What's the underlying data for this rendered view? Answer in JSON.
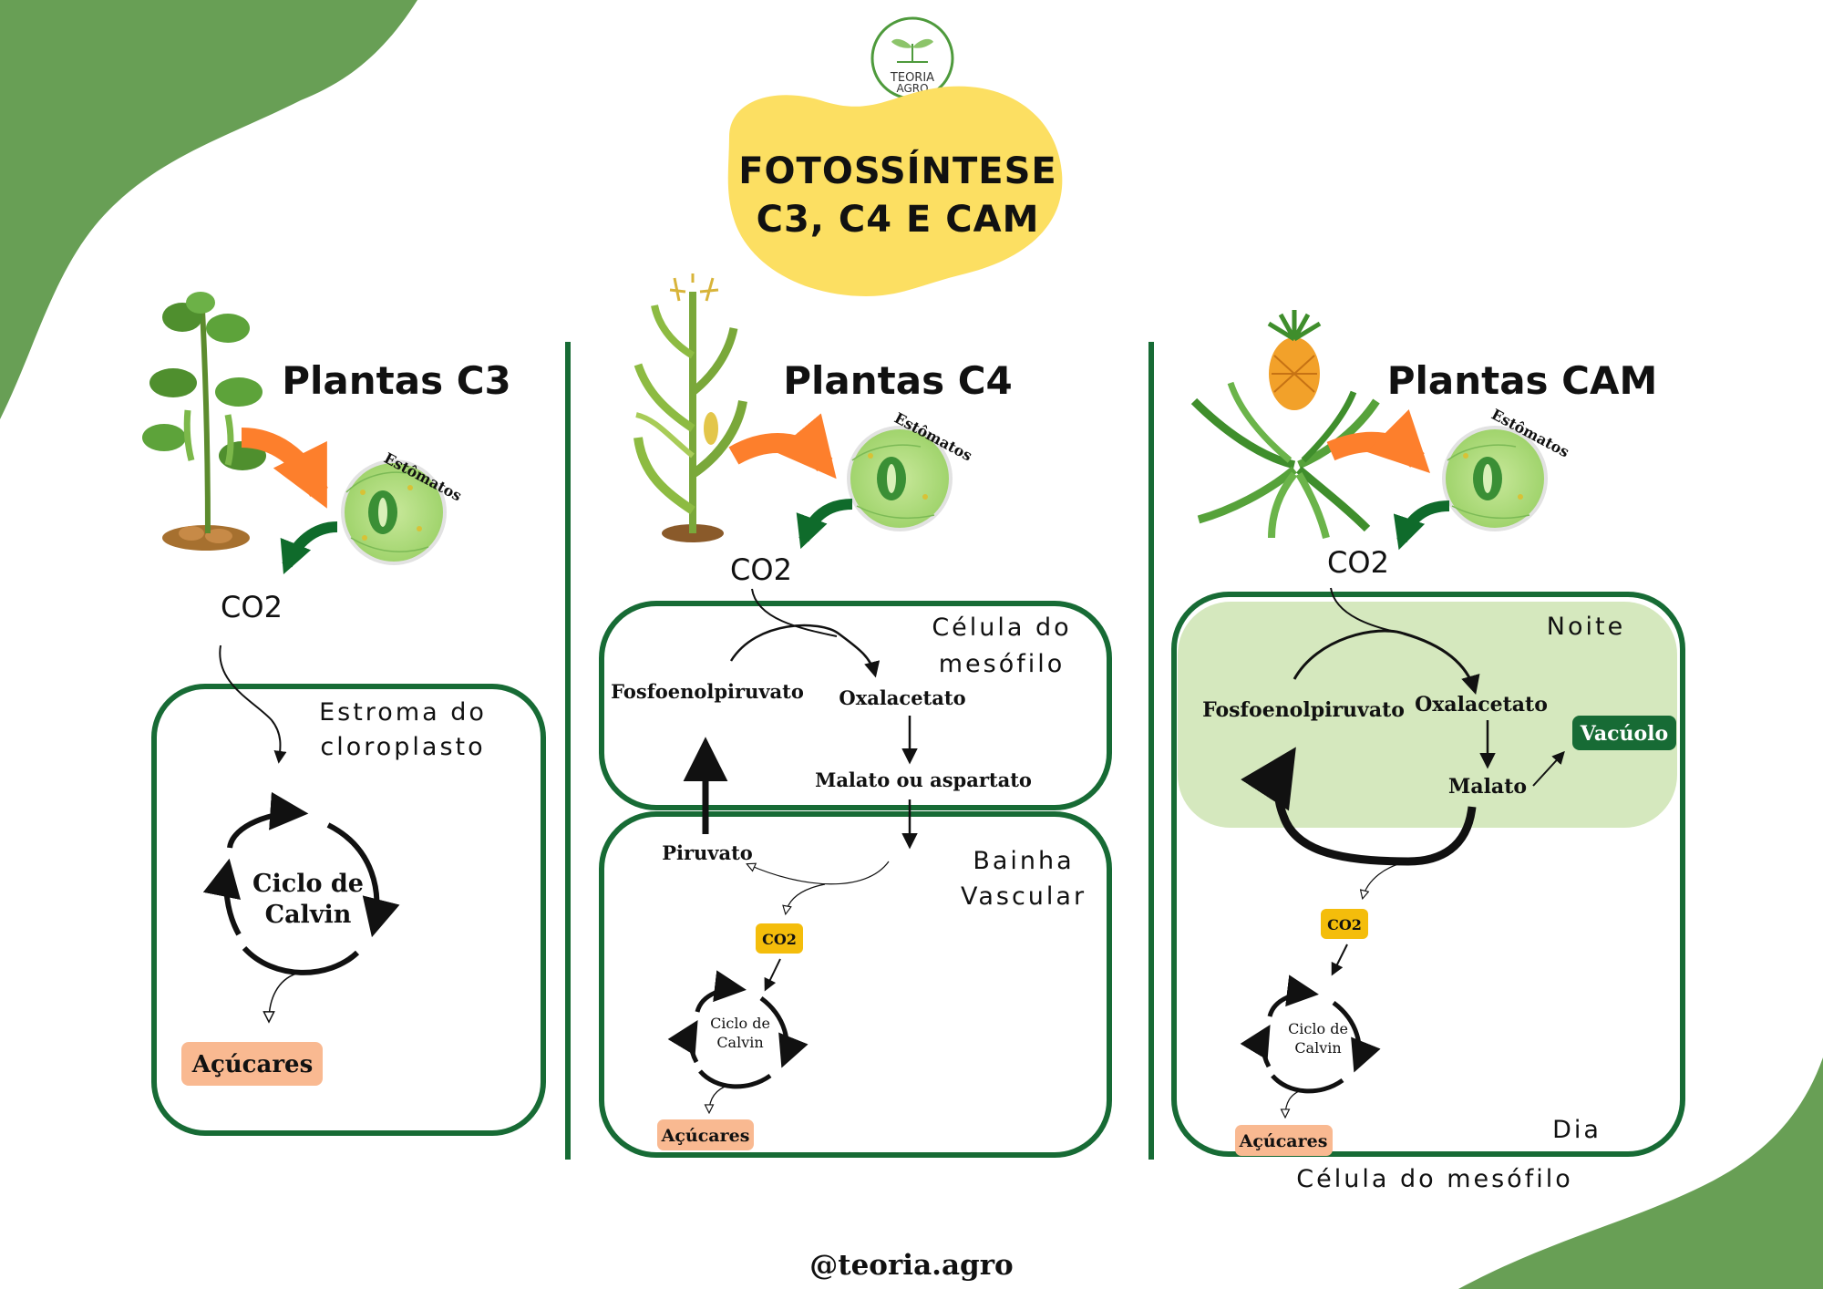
{
  "logo": {
    "line1": "TEORIA",
    "line2": "AGRO"
  },
  "title": {
    "line1": "FOTOSSÍNTESE",
    "line2": "C3, C4 E CAM"
  },
  "footer": "@teoria.agro",
  "colors": {
    "green_dark": "#176b35",
    "green_blob": "#689f55",
    "yellow": "#fcdf62",
    "orange": "#fd7f2c",
    "salmon": "#f9b991",
    "gold": "#f4bd0b",
    "night": "#d5e8be"
  },
  "c3": {
    "heading": "Plantas C3",
    "stomata_label": "Estômatos",
    "co2": "CO2",
    "box_label": {
      "line1": "Estroma do",
      "line2": "cloroplasto"
    },
    "cycle": {
      "line1": "Ciclo de",
      "line2": "Calvin"
    },
    "sugar": "Açúcares"
  },
  "c4": {
    "heading": "Plantas C4",
    "stomata_label": "Estômatos",
    "co2": "CO2",
    "mesophyll_label": {
      "line1": "Célula do",
      "line2": "mesófilo"
    },
    "pep": "Fosfoenolpiruvato",
    "oaa": "Oxalacetato",
    "malate": "Malato ou aspartato",
    "pyruvate": "Piruvato",
    "sheath_label": {
      "line1": "Bainha",
      "line2": "Vascular"
    },
    "co2_badge": "CO2",
    "cycle": {
      "line1": "Ciclo de",
      "line2": "Calvin"
    },
    "sugar": "Açúcares"
  },
  "cam": {
    "heading": "Plantas CAM",
    "stomata_label": "Estômatos",
    "co2": "CO2",
    "night": "Noite",
    "pep": "Fosfoenolpiruvato",
    "oaa": "Oxalacetato",
    "vacuole": "Vacúolo",
    "malate": "Malato",
    "co2_badge": "CO2",
    "cycle": {
      "line1": "Ciclo de",
      "line2": "Calvin"
    },
    "day": "Dia",
    "sugar": "Açúcares",
    "caption": "Célula do mesófilo"
  }
}
